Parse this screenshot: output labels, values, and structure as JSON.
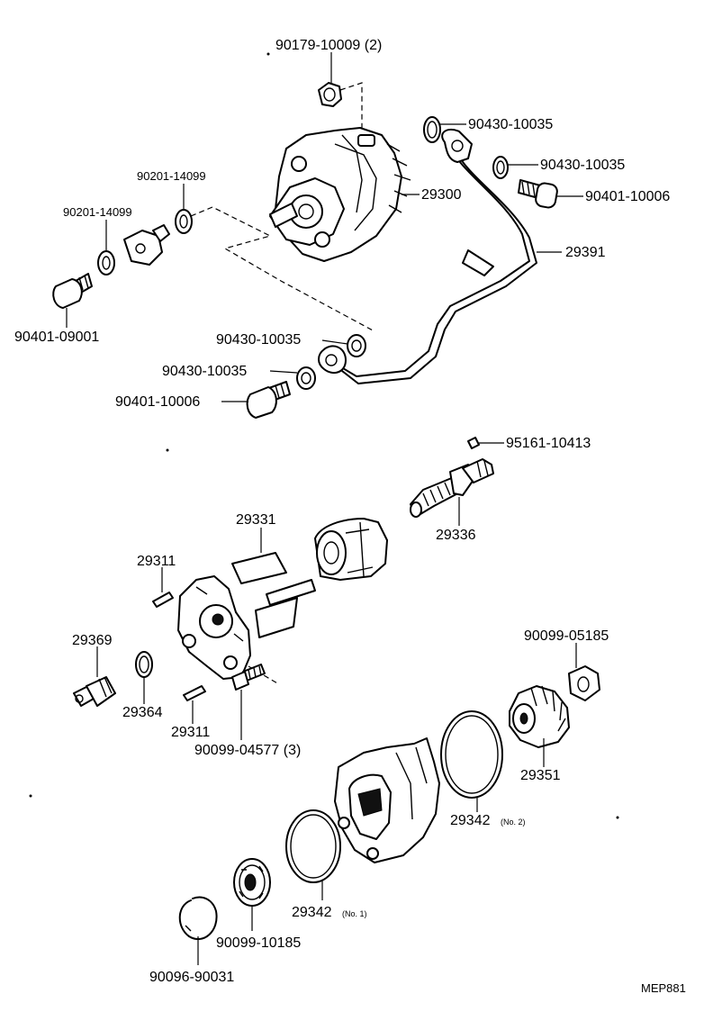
{
  "labels": {
    "p90179": "90179-10009 (2)",
    "p90430_a": "90430-10035",
    "p90430_b": "90430-10035",
    "p90401_10006_a": "90401-10006",
    "p29300": "29300",
    "p29391": "29391",
    "p90201_a": "90201-14099",
    "p90201_b": "90201-14099",
    "p90401_09001": "90401-09001",
    "p90430_c": "90430-10035",
    "p90430_d": "90430-10035",
    "p90401_10006_b": "90401-10006",
    "p95161": "95161-10413",
    "p29336": "29336",
    "p29331": "29331",
    "p29311_a": "29311",
    "p29369": "29369",
    "p29364": "29364",
    "p29311_b": "29311",
    "p90099_04577": "90099-04577 (3)",
    "p90099_05185": "90099-05185",
    "p29351": "29351",
    "p29342_2": "29342",
    "p29342_2_note": "(No. 2)",
    "p29342_1": "29342",
    "p29342_1_note": "(No. 1)",
    "p90099_10185": "90099-10185",
    "p90096": "90096-90031",
    "footer_code": "MEP881"
  }
}
